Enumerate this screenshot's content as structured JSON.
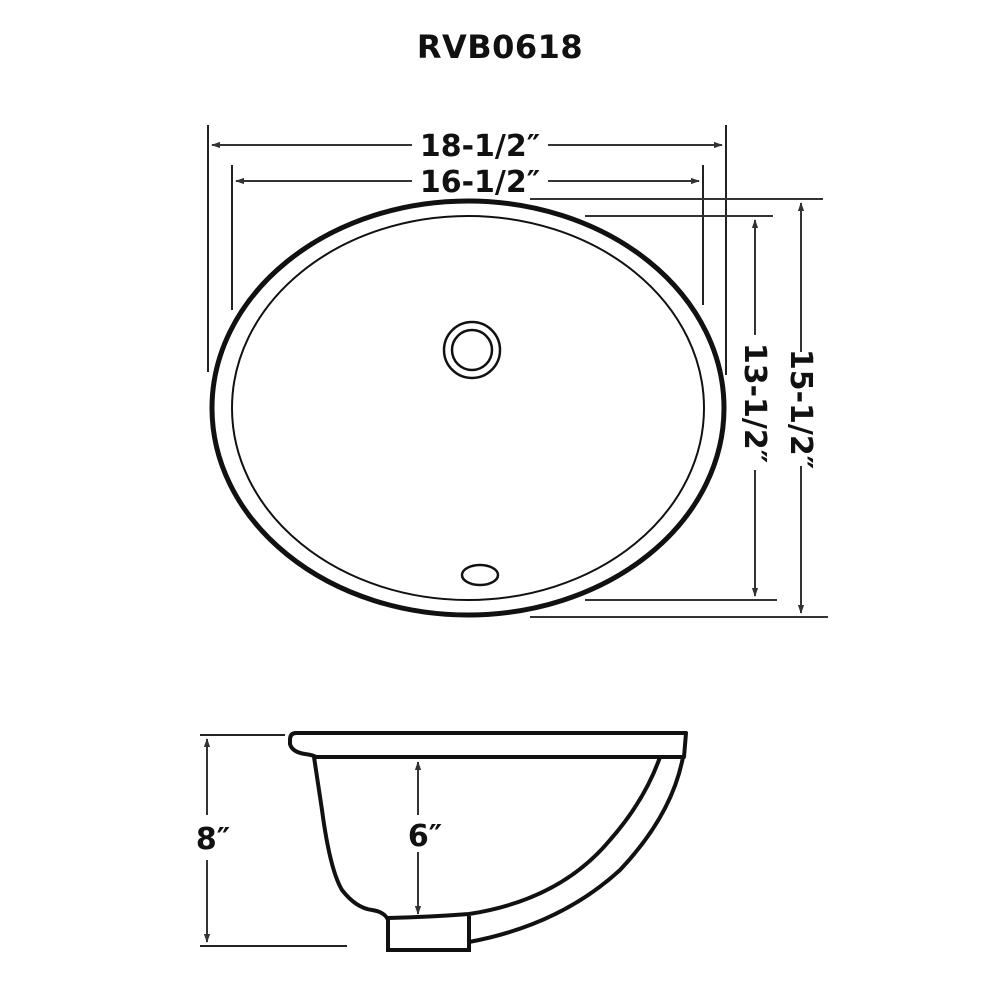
{
  "title": "RVB0618",
  "colors": {
    "line": "#111111",
    "dim_line": "#333333",
    "background": "#ffffff"
  },
  "top_view": {
    "dimensions": {
      "overall_width": "18-1/2″",
      "bowl_width": "16-1/2″",
      "bowl_depth": "13-1/2″",
      "overall_depth": "15-1/2″"
    },
    "features": [
      "drain",
      "overflow"
    ]
  },
  "side_view": {
    "dimensions": {
      "overall_height": "8″",
      "bowl_height": "6″"
    }
  }
}
